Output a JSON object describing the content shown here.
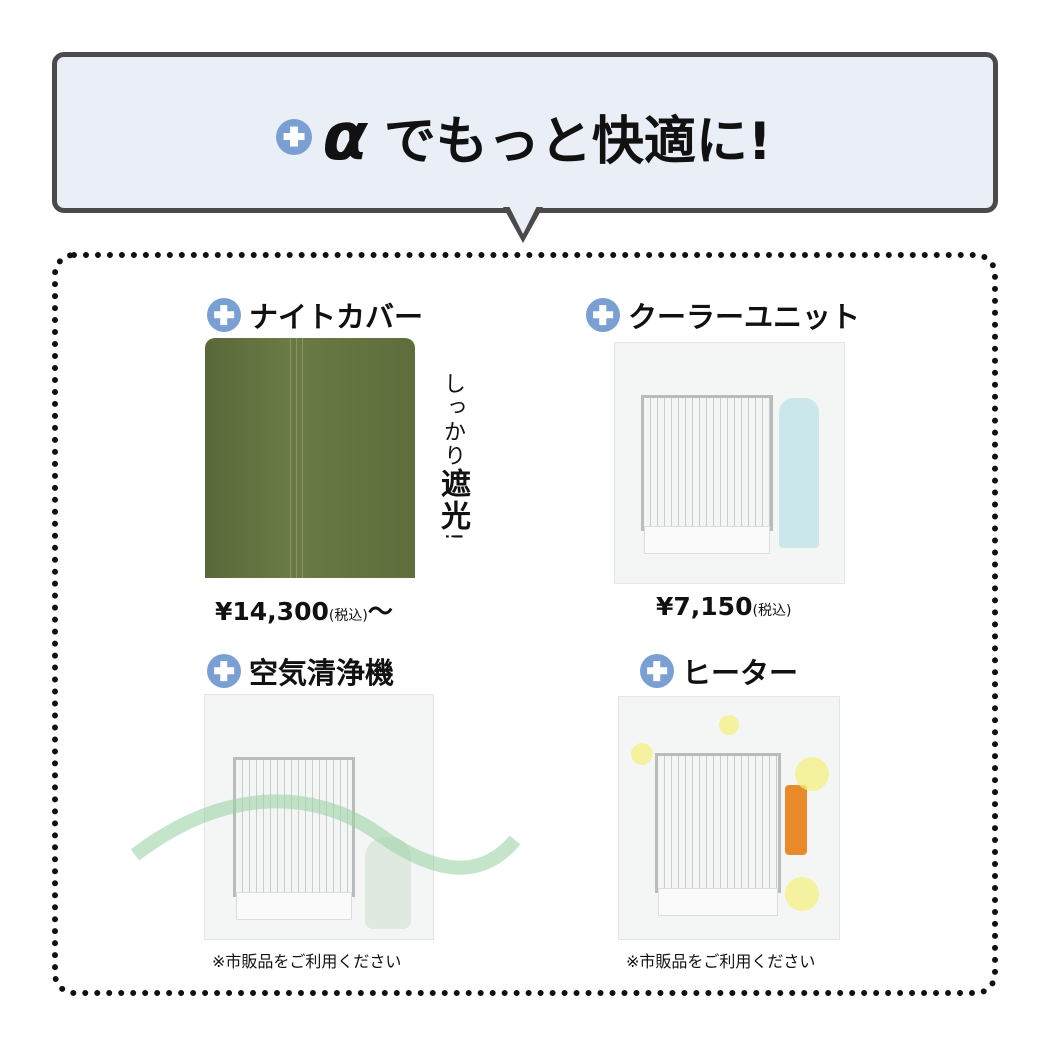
{
  "header": {
    "alpha": "α",
    "title": "でもっと快適に!",
    "plus_icon": "plus-circle-icon"
  },
  "accent_color": "#7a9fd3",
  "items": [
    {
      "name": "ナイトカバー",
      "price": "¥14,300",
      "tax": "(税込)",
      "suffix": "～",
      "tagline_light": "しっかり",
      "tagline_bold": "遮光",
      "tagline_end": "!"
    },
    {
      "name": "クーラーユニット",
      "price": "¥7,150",
      "tax": "(税込)"
    },
    {
      "name": "空気清浄機",
      "note": "※市販品をご利用ください"
    },
    {
      "name": "ヒーター",
      "note": "※市販品をご利用ください"
    }
  ]
}
